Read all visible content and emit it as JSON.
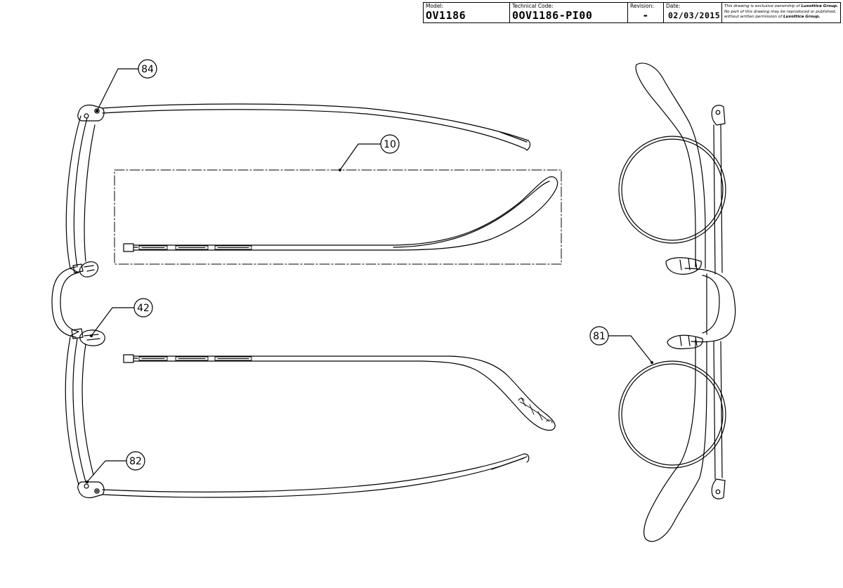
{
  "title_block": {
    "model_label": "Model:",
    "model_value": "OV1186",
    "technical_code_label": "Technical Code:",
    "technical_code_value": "0OV1186-PI00",
    "revision_label": "Revision:",
    "revision_value": "-",
    "date_label": "Date:",
    "date_value": "02/03/2015",
    "notice_prefix": "This drawing is exclusive ownership of ",
    "notice_owner": "Luxottica Group.",
    "notice_middle": "No part of this drawing may be reproduced or published, without written permission of ",
    "notice_owner_2": "Luxottica Group."
  },
  "callouts": [
    {
      "label": "84"
    },
    {
      "label": "10"
    },
    {
      "label": "42"
    },
    {
      "label": "82"
    },
    {
      "label": "81"
    }
  ],
  "colors": {
    "line": "#000000",
    "background": "#ffffff"
  }
}
